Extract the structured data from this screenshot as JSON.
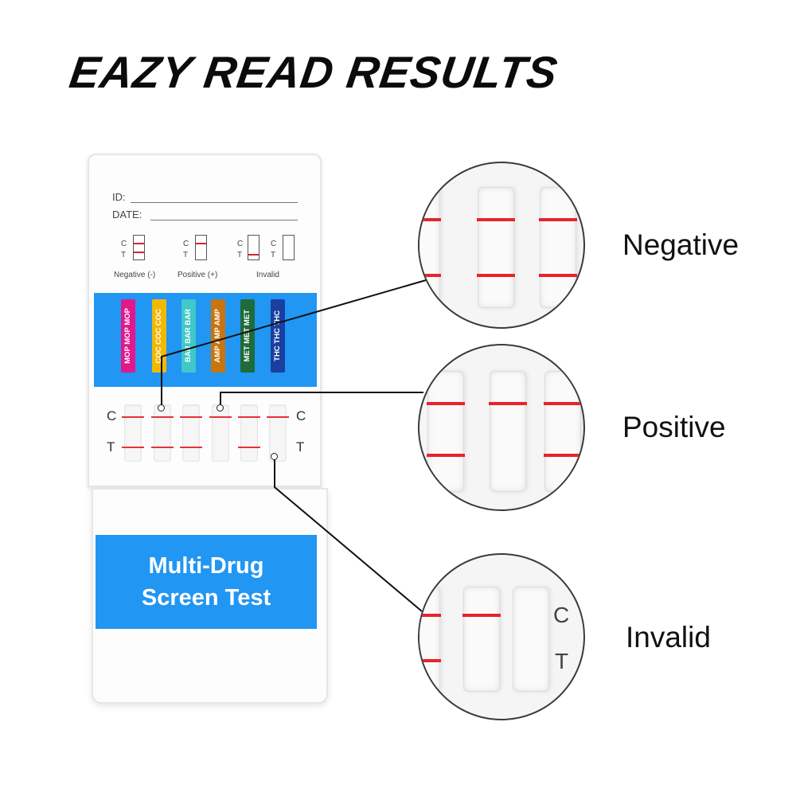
{
  "headline": "EAZY READ RESULTS",
  "card": {
    "id_label": "ID:",
    "date_label": "DATE:",
    "legend": {
      "c_letter": "C",
      "t_letter": "T",
      "negative_caption": "Negative (-)",
      "positive_caption": "Positive (+)",
      "invalid_caption": "Invalid"
    },
    "drug_labels": [
      {
        "text": "MOP MOP MOP",
        "color": "#e3178c"
      },
      {
        "text": "COC COC COC",
        "color": "#f4b800"
      },
      {
        "text": "BAR BAR BAR",
        "color": "#3fc9c7"
      },
      {
        "text": "AMP AMP AMP",
        "color": "#c8750f"
      },
      {
        "text": "MET MET MET",
        "color": "#1f6b3a"
      },
      {
        "text": "THC THC THC",
        "color": "#1a3fa0"
      }
    ],
    "window_c": "C",
    "window_t": "T",
    "product_name_line1": "Multi-Drug",
    "product_name_line2": "Screen Test"
  },
  "results": {
    "negative": "Negative",
    "positive": "Positive",
    "invalid": "Invalid",
    "invalid_c": "C",
    "invalid_t": "T"
  },
  "colors": {
    "accent_blue": "#2196f3",
    "result_line_red": "#e53238"
  }
}
